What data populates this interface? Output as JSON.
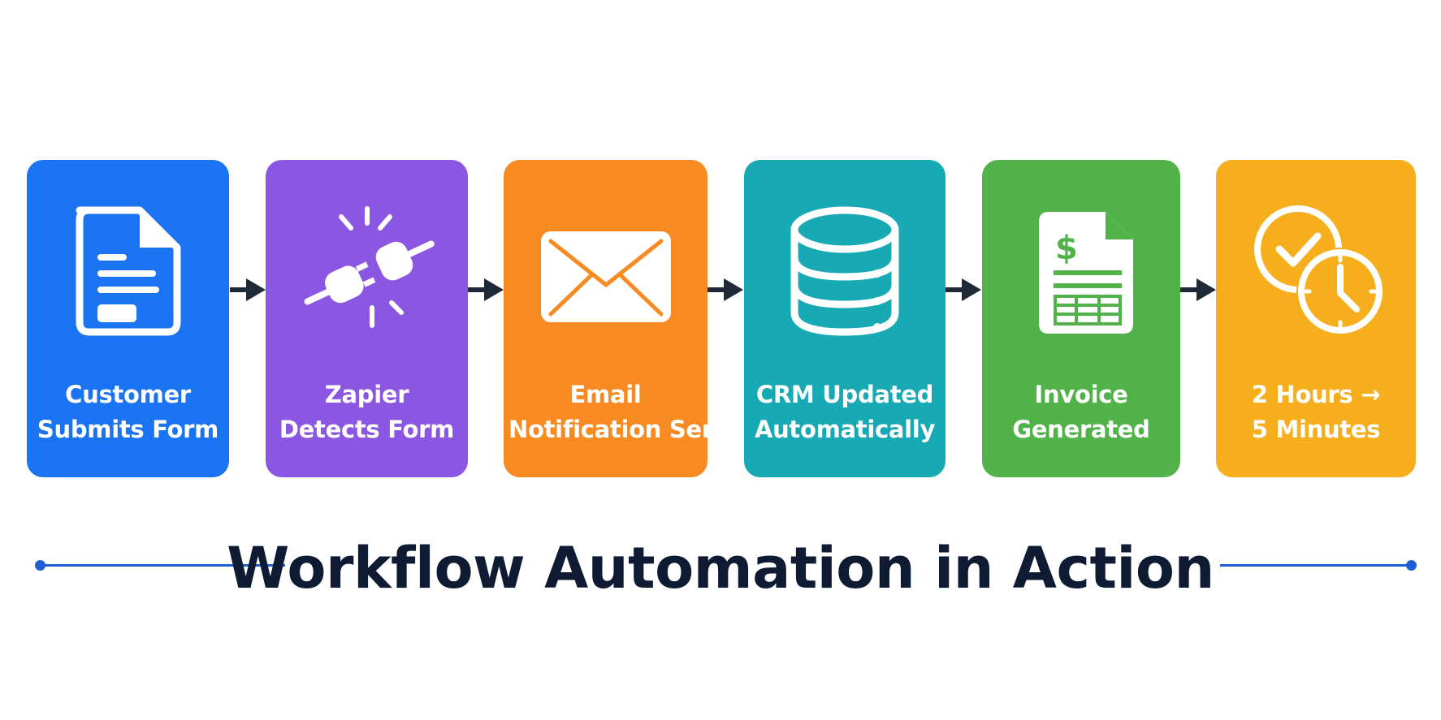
{
  "steps": [
    {
      "line1": "Customer",
      "line2": "Submits Form",
      "icon": "document-form-icon",
      "color": "#1a73f0"
    },
    {
      "line1": "Zapier",
      "line2": "Detects Form",
      "icon": "plug-connect-icon",
      "color": "#8a56e2"
    },
    {
      "line1": "Email",
      "line2": "Notification Sent",
      "icon": "envelope-icon",
      "color": "#f78a20"
    },
    {
      "line1": "CRM Updated",
      "line2": "Automatically",
      "icon": "database-icon",
      "color": "#17a9b4"
    },
    {
      "line1": "Invoice",
      "line2": "Generated",
      "icon": "invoice-icon",
      "color": "#52b24a"
    },
    {
      "line1": "2 Hours →",
      "line2": "5 Minutes",
      "icon": "clock-check-icon",
      "color": "#f6ae1c"
    }
  ],
  "title": "Workflow Automation in Action",
  "accent_color": "#1f5fd6",
  "arrow_color": "#1f2937"
}
